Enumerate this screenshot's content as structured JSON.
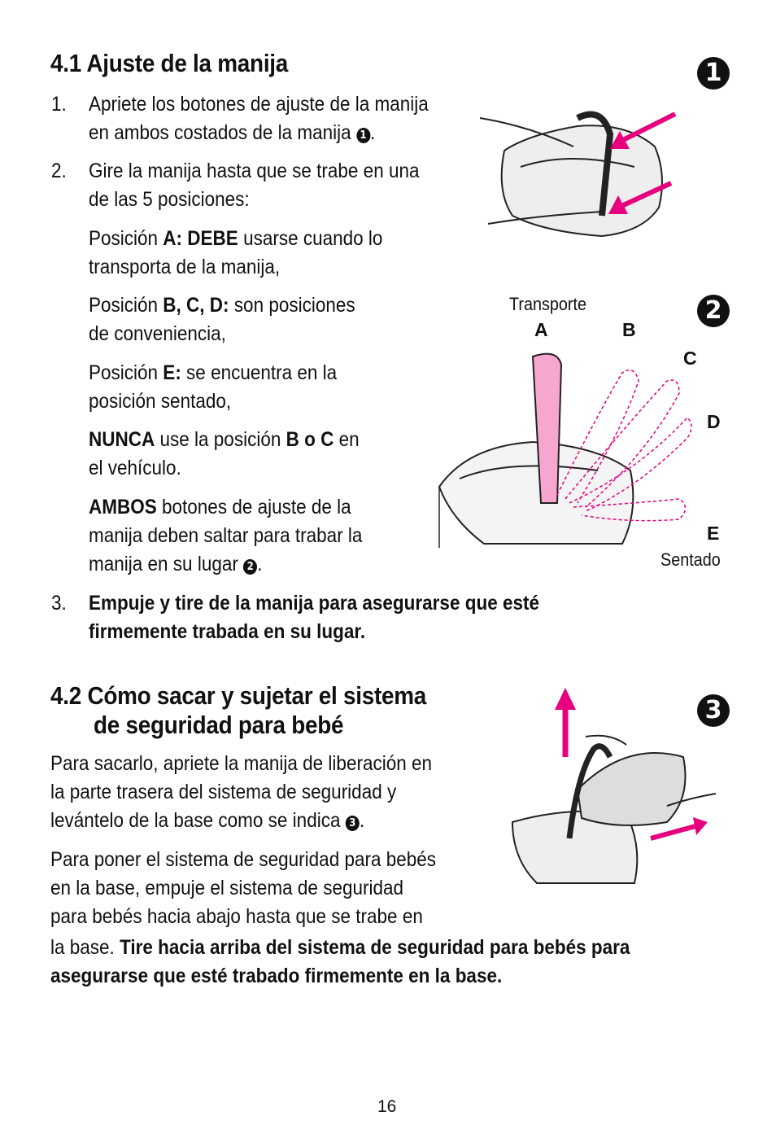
{
  "s41": {
    "title": "4.1 Ajuste de la manija",
    "items": [
      {
        "num": "1.",
        "l1": "Apriete los botones de ajuste de la manija",
        "l2": "en ambos costados de la manija ",
        "ref": "1",
        "end": "."
      },
      {
        "num": "2.",
        "l1": "Gire la manija hasta que se trabe en una",
        "l2": "de las 5 posiciones:"
      }
    ],
    "pA": {
      "pre": "Posición ",
      "bold": "A: DEBE",
      "post": " usarse cuando lo",
      "l2": "transporta de la manija,"
    },
    "pBCD": {
      "pre": "Posición ",
      "bold": "B, C, D:",
      "post": " son posiciones",
      "l2": "de conveniencia,"
    },
    "pE": {
      "pre": "Posición ",
      "bold": "E:",
      "post": " se encuentra en la",
      "l2": "posición sentado,"
    },
    "never": {
      "b1": "NUNCA",
      "t1": " use la posición ",
      "b2": "B o C",
      "t2": " en",
      "l2": "el vehículo."
    },
    "both": {
      "b1": "AMBOS",
      "t1": " botones de ajuste de la",
      "l2": "manija deben saltar para trabar la",
      "l3": "manija en su lugar ",
      "ref": "2",
      "end": "."
    },
    "item3": {
      "num": "3.",
      "l1": "Empuje y tire de la manija para asegurarse que esté",
      "l2": "firmemente trabada en su lugar."
    }
  },
  "s42": {
    "title1": "4.2 Cómo sacar y sujetar el sistema",
    "title2": "de seguridad para bebé",
    "p1": {
      "l1": "Para sacarlo, apriete la manija de liberación en",
      "l2": "la parte trasera del sistema de seguridad y",
      "l3": "levántelo de la base como se indica ",
      "ref": "3",
      "end": "."
    },
    "p2": {
      "l1": "Para poner el sistema de seguridad para bebés",
      "l2": "en la base, empuje el sistema de seguridad",
      "l3": "para bebés hacia abajo hasta que se trabe en",
      "l4a": "la base. ",
      "l4b": "Tire hacia arriba del sistema de seguridad para bebés para",
      "l5": "asegurarse que esté trabado firmemente en la base."
    }
  },
  "figs": {
    "badge1": "1",
    "badge2": "2",
    "badge3": "3",
    "top_label": "Transporte",
    "bottom_label": "Sentado",
    "A": "A",
    "B": "B",
    "C": "C",
    "D": "D",
    "E": "E"
  },
  "page_number": "16",
  "colors": {
    "accent": "#e6007e",
    "text": "#111111"
  }
}
